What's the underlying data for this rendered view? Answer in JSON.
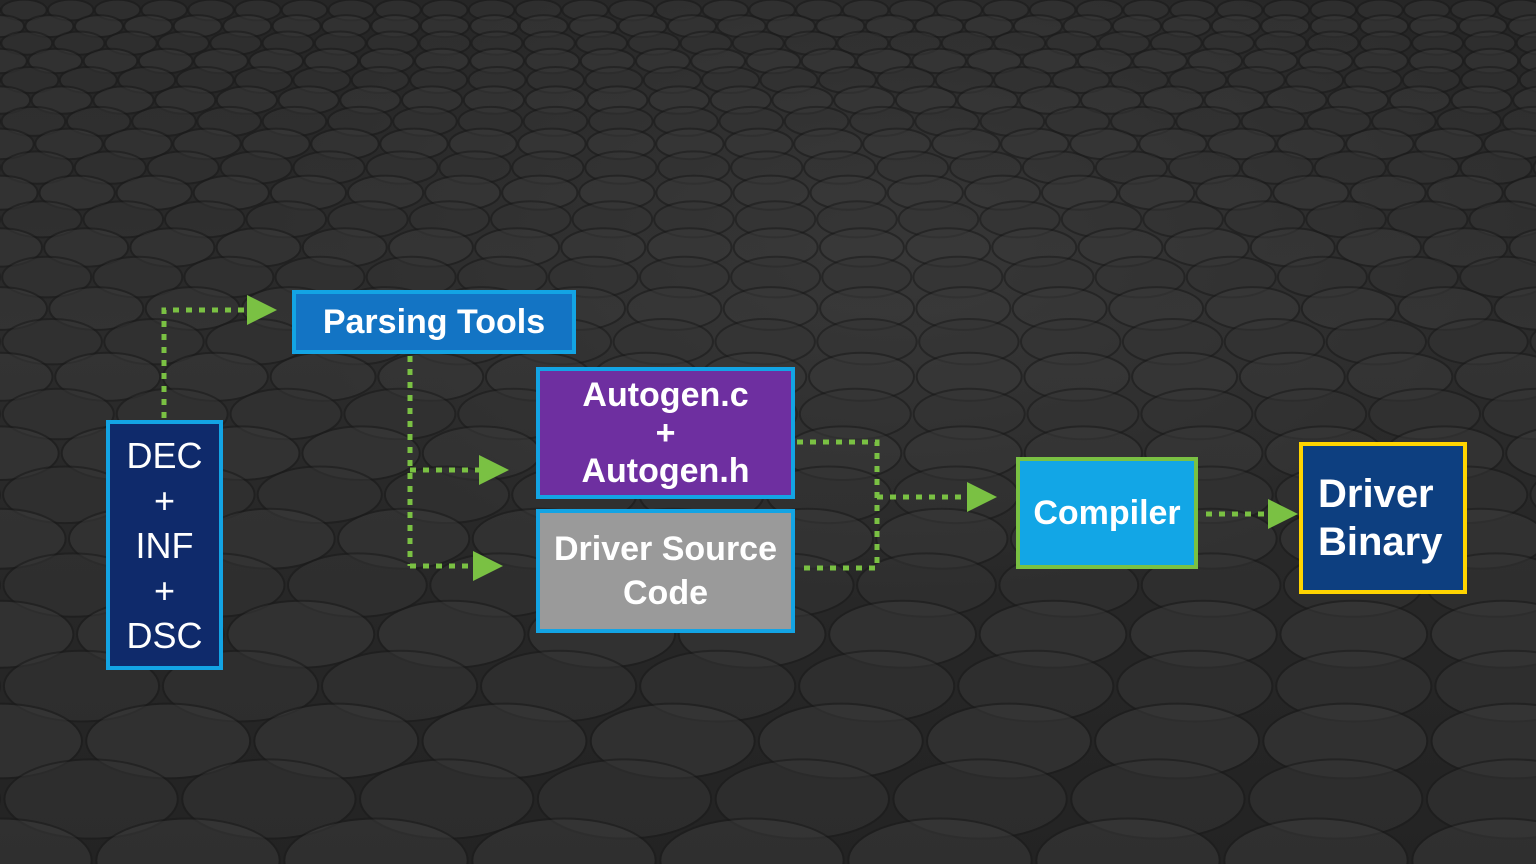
{
  "diagram": {
    "nodes": {
      "dec_inf_dsc": [
        "DEC",
        "+",
        "INF",
        "+",
        "DSC"
      ],
      "parsing_tools": "Parsing Tools",
      "autogen": [
        "Autogen.c",
        "+",
        "Autogen.h"
      ],
      "driver_source": [
        "Driver Source",
        "Code"
      ],
      "compiler": "Compiler",
      "driver_binary": [
        "Driver",
        "Binary"
      ]
    },
    "edges": [
      {
        "from": "DEC + INF + DSC",
        "to": "Parsing Tools"
      },
      {
        "from": "Parsing Tools",
        "to": "Autogen.c + Autogen.h"
      },
      {
        "from": "Parsing Tools",
        "to": "Driver Source Code"
      },
      {
        "from": "Autogen.c + Autogen.h",
        "to": "Compiler"
      },
      {
        "from": "Driver Source Code",
        "to": "Compiler"
      },
      {
        "from": "Compiler",
        "to": "Driver Binary"
      }
    ],
    "colors": {
      "arrow": "#7ac143",
      "input_fill": "#0f2a6b",
      "parsing_fill": "#1374c4",
      "autogen_fill": "#6e2fa0",
      "source_fill": "#9a9a9a",
      "compiler_fill": "#12a6e6",
      "binary_fill": "#0d3f80",
      "blue_border": "#13a4e4",
      "green_border": "#7ac143",
      "yellow_border": "#ffd400"
    }
  }
}
